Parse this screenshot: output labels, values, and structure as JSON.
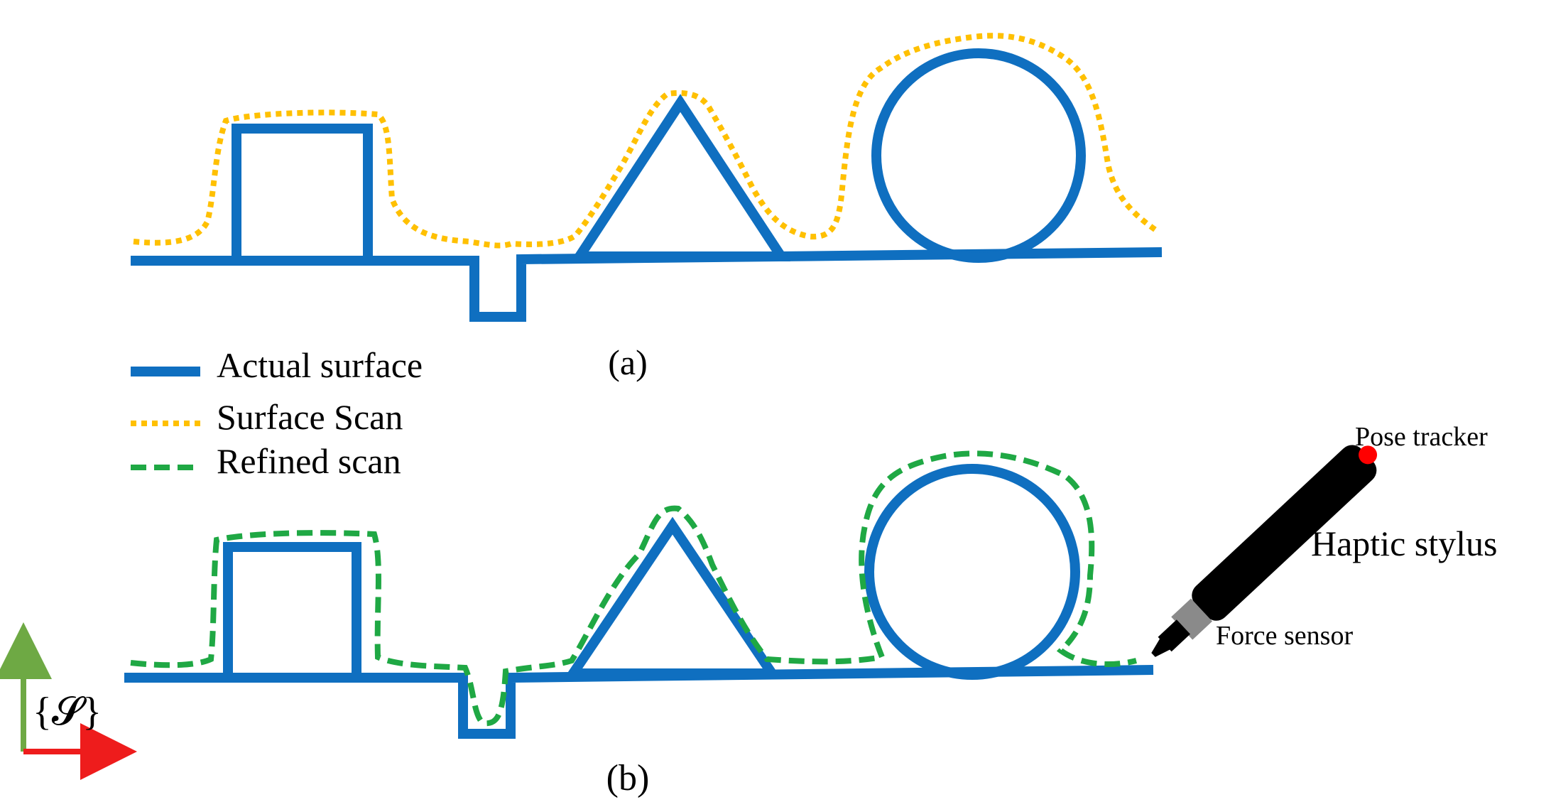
{
  "colors": {
    "actual_surface": "#0f6fc0",
    "surface_scan": "#ffc000",
    "refined_scan": "#1fa844",
    "frame_x_axis": "#ee1c1c",
    "frame_y_axis": "#6ea944",
    "stylus_body": "#000000",
    "stylus_band": "#8a8a8a",
    "pose_tracker": "#ff0000"
  },
  "panels": {
    "a": {
      "label": "(a)"
    },
    "b": {
      "label": "(b)"
    }
  },
  "legend": {
    "items": [
      {
        "label": "Actual surface",
        "style": "solid",
        "color_key": "actual_surface"
      },
      {
        "label": "Surface Scan",
        "style": "dotted",
        "color_key": "surface_scan"
      },
      {
        "label": "Refined scan",
        "style": "dashed",
        "color_key": "refined_scan"
      }
    ]
  },
  "stylus": {
    "title": "Haptic stylus",
    "pose_tracker_label": "Pose tracker",
    "force_sensor_label": "Force sensor"
  },
  "frame": {
    "label": "{𝓢}"
  },
  "icons": {
    "stylus": "haptic-stylus-icon",
    "pose_tracker": "pose-tracker-dot-icon",
    "force_sensor": "force-sensor-band-icon",
    "frame_axes": "coordinate-axes-icon"
  }
}
